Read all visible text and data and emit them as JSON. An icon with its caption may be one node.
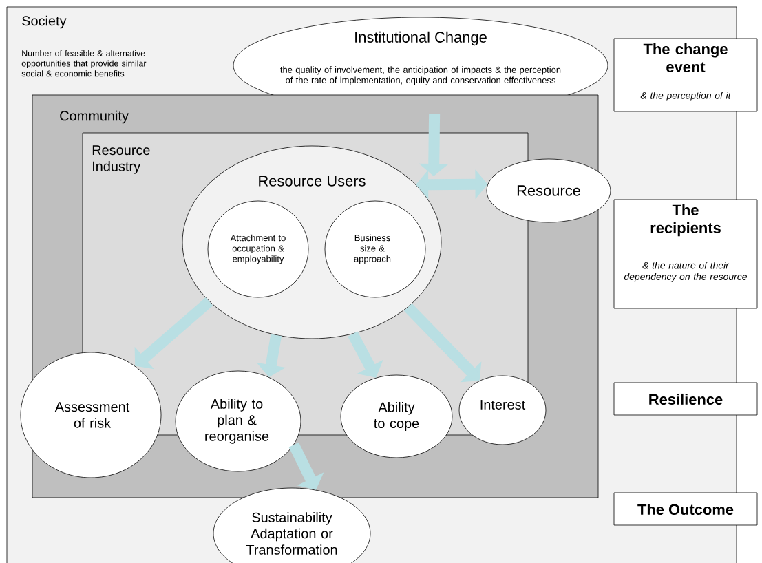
{
  "diagram": {
    "nodes": [
      {
        "text": [
          "Society",
          "Number of feasible & alternative opportunities that provide similar social & economic benefits"
        ]
      },
      {
        "text": [
          "Institutional Change",
          "the quality of involvement, the anticipation of impacts & the perception of the rate of implementation, equity and conservation effectiveness"
        ],
        "in": 0
      },
      {
        "text": [
          "Community"
        ],
        "in": 0
      },
      {
        "text": [
          "Resource Industry"
        ],
        "in": 2
      },
      {
        "text": [
          "Resource Users"
        ],
        "in": 3
      },
      {
        "text": [
          "Attachment to occupation & employability"
        ],
        "in": 4
      },
      {
        "text": [
          "Business size & approach"
        ],
        "in": 4
      },
      {
        "text": [
          "Resource"
        ],
        "in": 0
      },
      {
        "text": [
          "Assessment of risk"
        ],
        "in": 0
      },
      {
        "text": [
          "Ability to plan & reorganise"
        ],
        "in": 2
      },
      {
        "text": [
          "Ability to cope"
        ],
        "in": 2
      },
      {
        "text": [
          "Interest"
        ],
        "in": 2
      },
      {
        "text": [
          "Sustainability Adaptation or Transformation"
        ],
        "in": 0
      },
      {
        "text": [
          "The change event",
          "& the perception of it"
        ]
      },
      {
        "text": [
          "The recipients",
          "& the nature of their dependency on the resource"
        ]
      },
      {
        "text": [
          "Resilience"
        ]
      },
      {
        "text": [
          "The Outcome"
        ]
      }
    ],
    "edges": [
      {
        "from": 1,
        "to": null,
        "arrow": "to"
      },
      {
        "from": 4,
        "to": 7,
        "arrow": "both"
      },
      {
        "from": 4,
        "to": 8,
        "arrow": "to"
      },
      {
        "from": 4,
        "to": 9,
        "arrow": "to"
      },
      {
        "from": 4,
        "to": 10,
        "arrow": "to"
      },
      {
        "from": 4,
        "to": 11,
        "arrow": "to"
      },
      {
        "from": 9,
        "to": 12,
        "arrow": "to"
      }
    ]
  }
}
